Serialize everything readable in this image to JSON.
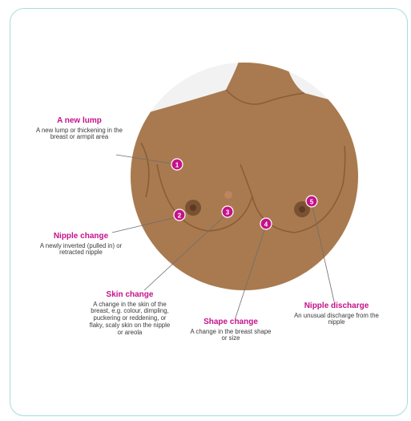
{
  "colors": {
    "accent": "#c4128a",
    "skin": "#a97a4f",
    "frame": "#a7dcd9"
  },
  "labels": [
    {
      "num": "1",
      "title": "A new lump",
      "desc": "A new lump or thickening in the breast or armpit area"
    },
    {
      "num": "2",
      "title": "Nipple change",
      "desc": "A newly inverted (pulled in) or retracted nipple"
    },
    {
      "num": "3",
      "title": "Skin change",
      "desc": "A change in the skin of the breast, e.g. colour, dimpling, puckering or reddening, or flaky, scaly skin on the nipple or areola"
    },
    {
      "num": "4",
      "title": "Shape change",
      "desc": "A change in the breast shape or size"
    },
    {
      "num": "5",
      "title": "Nipple discharge",
      "desc": "An unusual discharge from the nipple"
    }
  ]
}
